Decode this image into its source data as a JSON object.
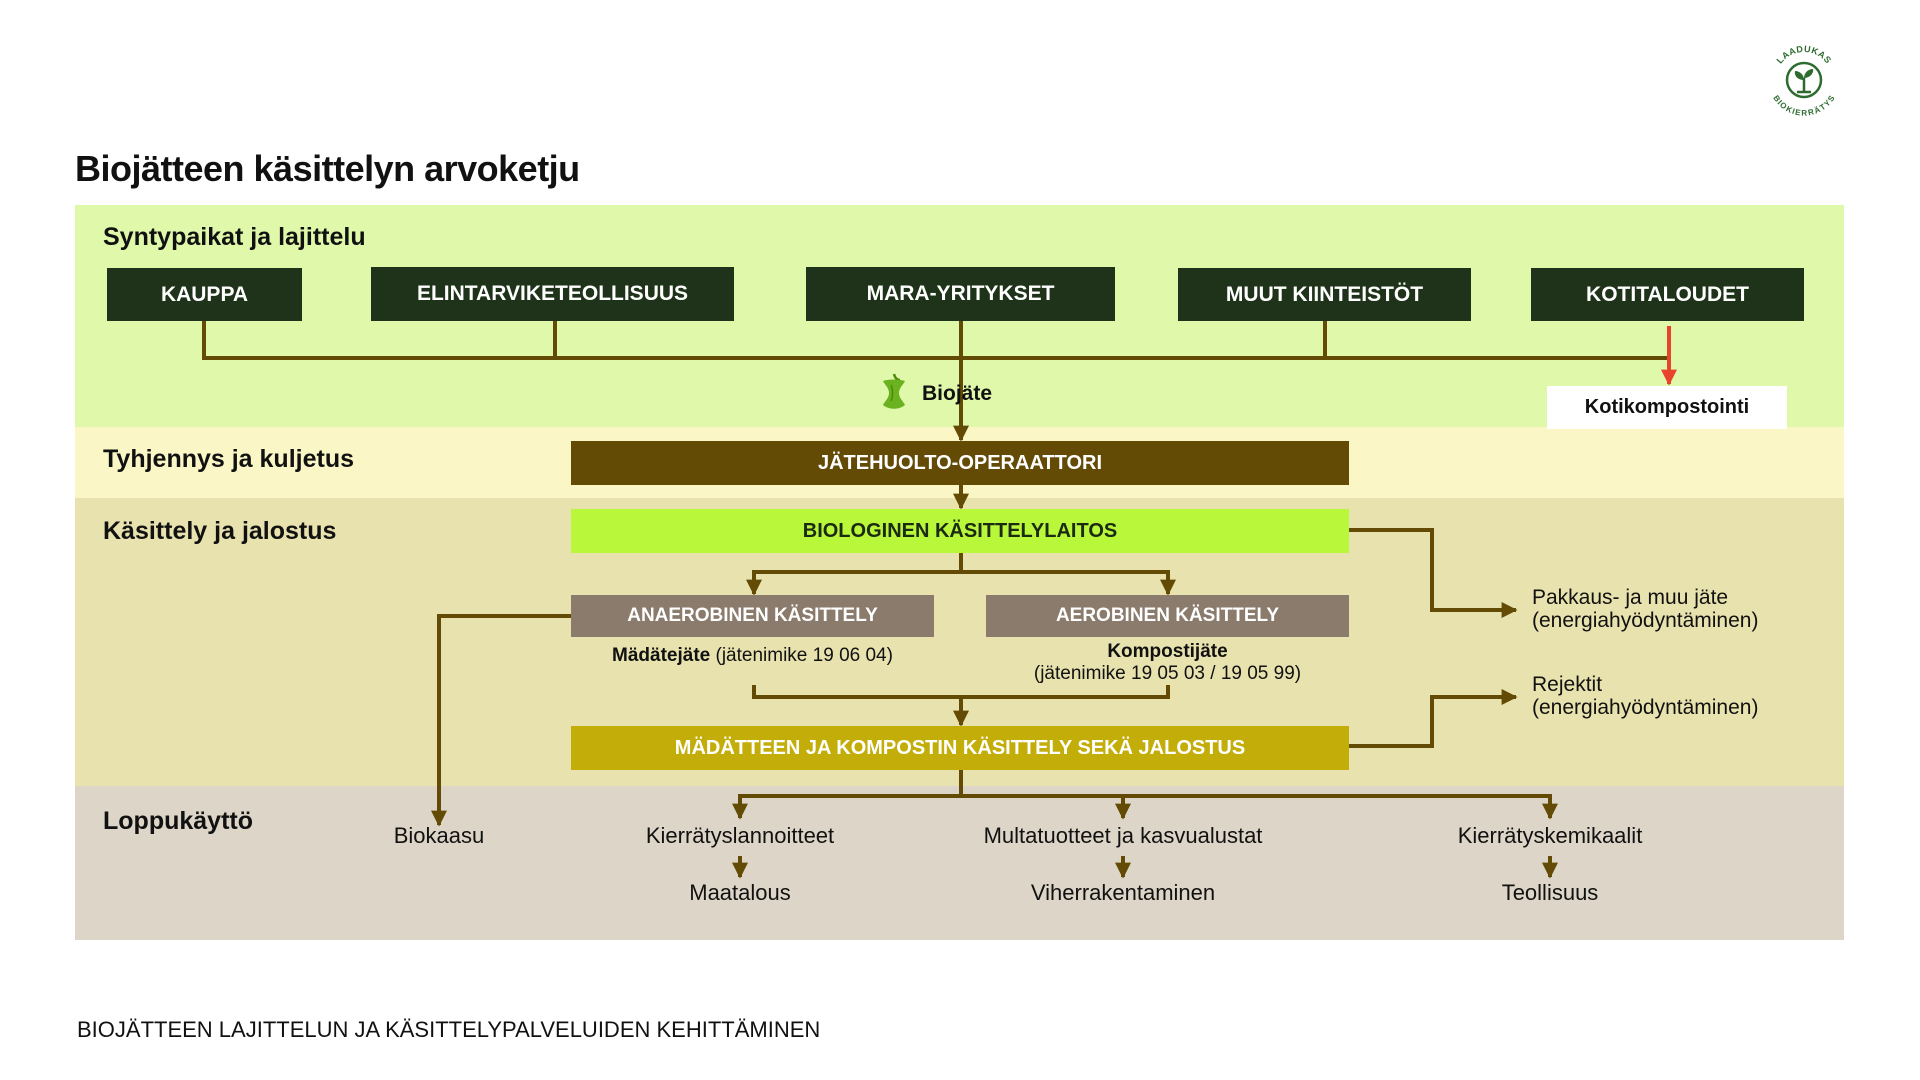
{
  "title": "Biojätteen käsittelyn arvoketju",
  "footer": "BIOJÄTTEEN LAJITTELUN JA KÄSITTELYPALVELUIDEN KEHITTÄMINEN",
  "logo": {
    "top_text": "LAADUKAS",
    "bottom_text": "BIOKIERRÄTYS"
  },
  "colors": {
    "band_sources": "#dff8aa",
    "band_transport": "#fbf6c5",
    "band_processing": "#e8e2ae",
    "band_enduse": "#ddd6c8",
    "arrow": "#634a05",
    "arrow_red": "#e8442c"
  },
  "bands": {
    "sources": "Syntypaikat ja lajittelu",
    "transport": "Tyhjennys ja kuljetus",
    "processing": "Käsittely ja jalostus",
    "enduse": "Loppukäyttö"
  },
  "sources": [
    "KAUPPA",
    "ELINTARVIKETEOLLISUUS",
    "MARA-YRITYKSET",
    "MUUT KIINTEISTÖT",
    "KOTITALOUDET"
  ],
  "biowaste": {
    "icon": "apple-core-icon",
    "label": "Biojäte"
  },
  "home_composting": "Kotikompostointi",
  "operator": "JÄTEHUOLTO-OPERAATTORI",
  "plant": "BIOLOGINEN KÄSITTELYLAITOS",
  "anaerobic": {
    "label": "ANAEROBINEN KÄSITTELY",
    "product_bold": "Mädätejäte",
    "product_code": " (jätenimike 19 06 04)"
  },
  "aerobic": {
    "label": "AEROBINEN KÄSITTELY",
    "product_bold": "Kompostijäte",
    "product_code": "(jätenimike 19 05 03 / 19 05 99)"
  },
  "refining": "MÄDÄTTEEN  JA KOMPOSTIN KÄSITTELY SEKÄ JALOSTUS",
  "side_outputs": {
    "packaging_line1": "Pakkaus- ja muu jäte",
    "packaging_line2": "(energiahyödyntäminen)",
    "rejects_line1": "Rejektit",
    "rejects_line2": "(energiahyödyntäminen)"
  },
  "end_uses": {
    "biogas": "Biokaasu",
    "fertilizers": "Kierrätyslannoitteet",
    "soils": "Multatuotteet ja kasvualustat",
    "chemicals": "Kierrätyskemikaalit",
    "agriculture": "Maatalous",
    "landscaping": "Viherrakentaminen",
    "industry": "Teollisuus"
  }
}
